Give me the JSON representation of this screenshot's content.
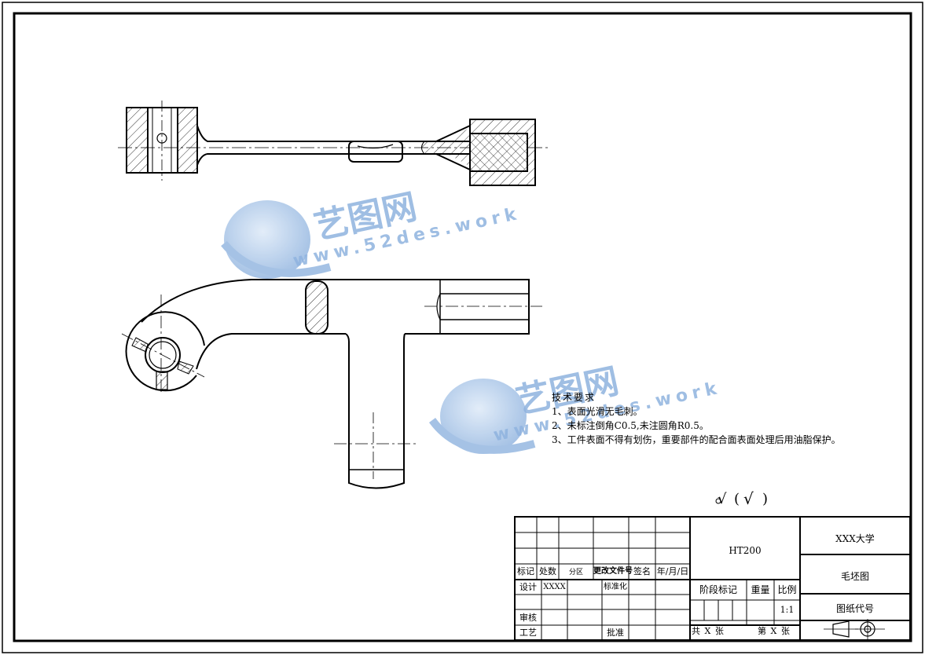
{
  "watermark": {
    "brand": "艺图网",
    "url": "www.52des.work",
    "color": "#8fb3df"
  },
  "tech_requirements": {
    "title": "技术要求",
    "items": [
      "1、表面光滑无毛刺。",
      "2、未标注倒角C0.5,未注圆角R0.5。",
      "3、工件表面不得有划伤，重要部件的配合面表面处理后用油脂保护。"
    ]
  },
  "roughness_symbol": {
    "main": "√",
    "bracket_open": "(",
    "bracket_symbol": "√",
    "bracket_close": ")"
  },
  "title_block": {
    "material": "HT200",
    "school": "XXX大学",
    "drawing_name": "毛坯图",
    "drawing_code_label": "图纸代号",
    "stage_mark": "阶段标记",
    "weight": "重量",
    "scale_label": "比例",
    "scale_value": "1:1",
    "total_sheets": "共 X 张",
    "sheet_no": "第 X 张",
    "rev": {
      "mark": "标记",
      "count": "处数",
      "zone": "分区",
      "doc": "更改文件号",
      "sign": "签名",
      "date": "年/月/日"
    },
    "design": "设计",
    "designer": "XXXX",
    "standard": "标准化",
    "review": "审核",
    "process": "工艺",
    "approve": "批准"
  }
}
